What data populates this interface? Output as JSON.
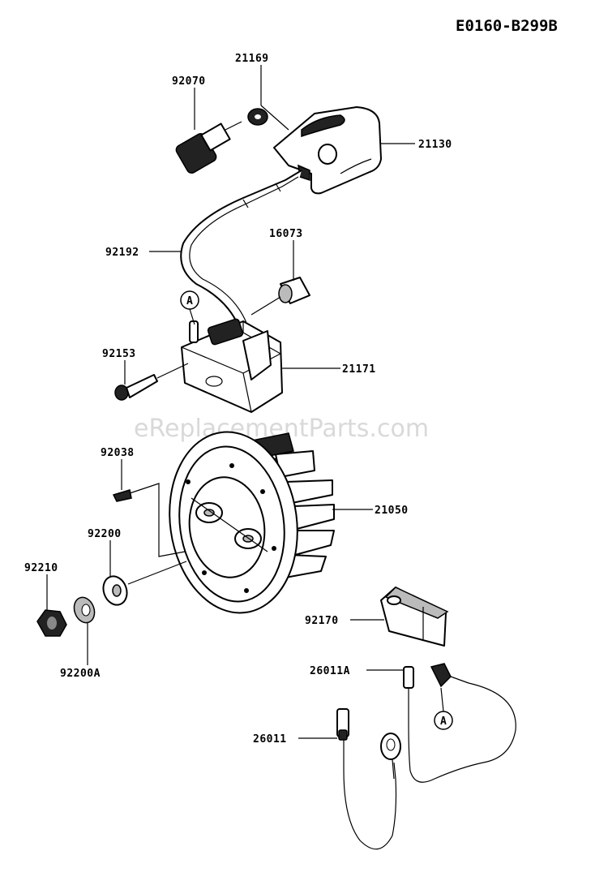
{
  "diagram_code": "E0160-B299B",
  "watermark": "eReplacementParts.com",
  "callout_marker": "A",
  "parts": {
    "p21169": "21169",
    "p92070": "92070",
    "p21130": "21130",
    "p16073": "16073",
    "p92192": "92192",
    "p92153": "92153",
    "p21171": "21171",
    "p92038": "92038",
    "p21050": "21050",
    "p92200": "92200",
    "p92210": "92210",
    "p92200A": "92200A",
    "p92170": "92170",
    "p26011A": "26011A",
    "p26011": "26011"
  }
}
